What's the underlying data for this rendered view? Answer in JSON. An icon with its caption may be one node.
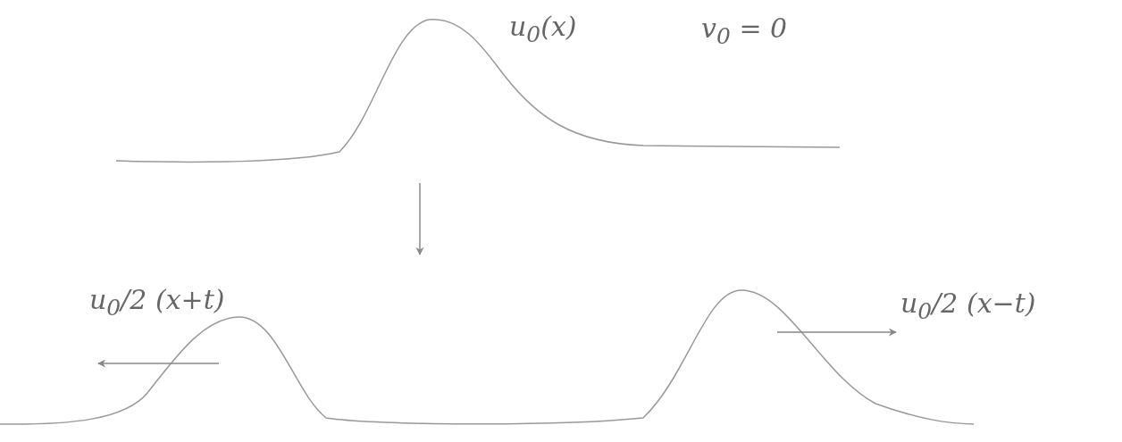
{
  "diagram": {
    "nodes": [
      {
        "text": [],
        "shape": "picture"
      },
      {
        "text": [],
        "shape": "picture"
      }
    ],
    "edges": [
      {
        "from": 0,
        "to": 1,
        "arrow": "to"
      }
    ],
    "labels": [
      "u$_{0}$(x)",
      "v$_{0}$ = 0",
      "u$_{0}$/2 (x+t)",
      "u$_{0}$/2 (x−t)"
    ]
  }
}
